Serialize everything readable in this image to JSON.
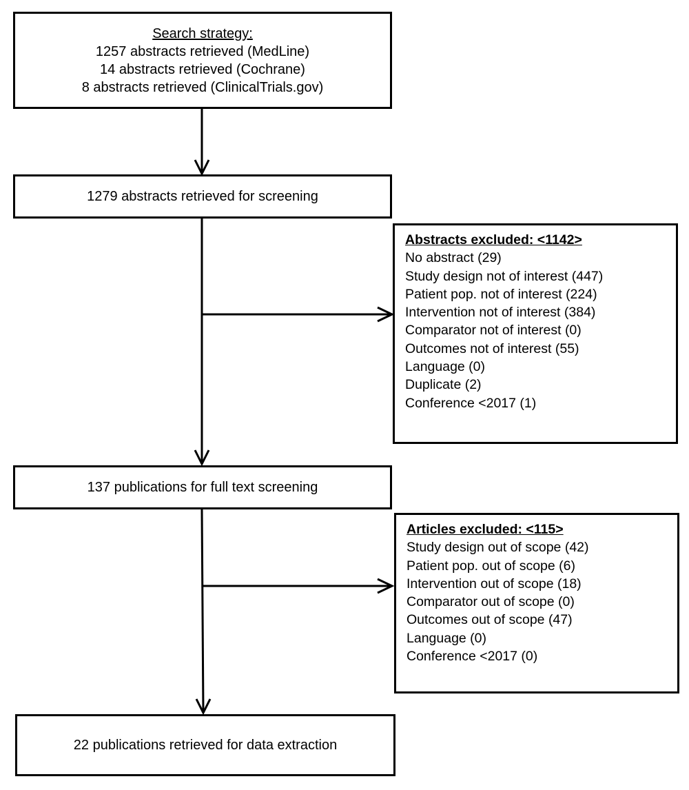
{
  "search_box": {
    "title": "Search strategy:",
    "lines": [
      "1257 abstracts retrieved  (MedLine)",
      "14 abstracts retrieved  (Cochrane)",
      "8 abstracts retrieved  (ClinicalTrials.gov)"
    ]
  },
  "screening_box": {
    "text": "1279 abstracts retrieved  for screening"
  },
  "abstracts_excluded": {
    "title": "Abstracts  excluded: <1142>",
    "items": [
      "No abstract (29)",
      "Study design not of interest (447)",
      "Patient pop. not of interest (224)",
      "Intervention  not of interest (384)",
      "Comparator  not of interest (0)",
      "Outcomes not of interest (55)",
      "Language  (0)",
      "Duplicate (2)",
      "Conference  <2017 (1)"
    ]
  },
  "fulltext_box": {
    "text": "137  publications for full text screening"
  },
  "articles_excluded": {
    "title": "Articles excluded: <115>",
    "items": [
      "Study design out of scope (42)",
      "Patient pop. out of scope (6)",
      "Intervention  out of scope (18)",
      "Comparator  out of scope (0)",
      "Outcomes out of scope (47)",
      "Language  (0)",
      "Conference  <2017 (0)"
    ]
  },
  "final_box": {
    "text": "22 publications retrieved  for data extraction"
  }
}
